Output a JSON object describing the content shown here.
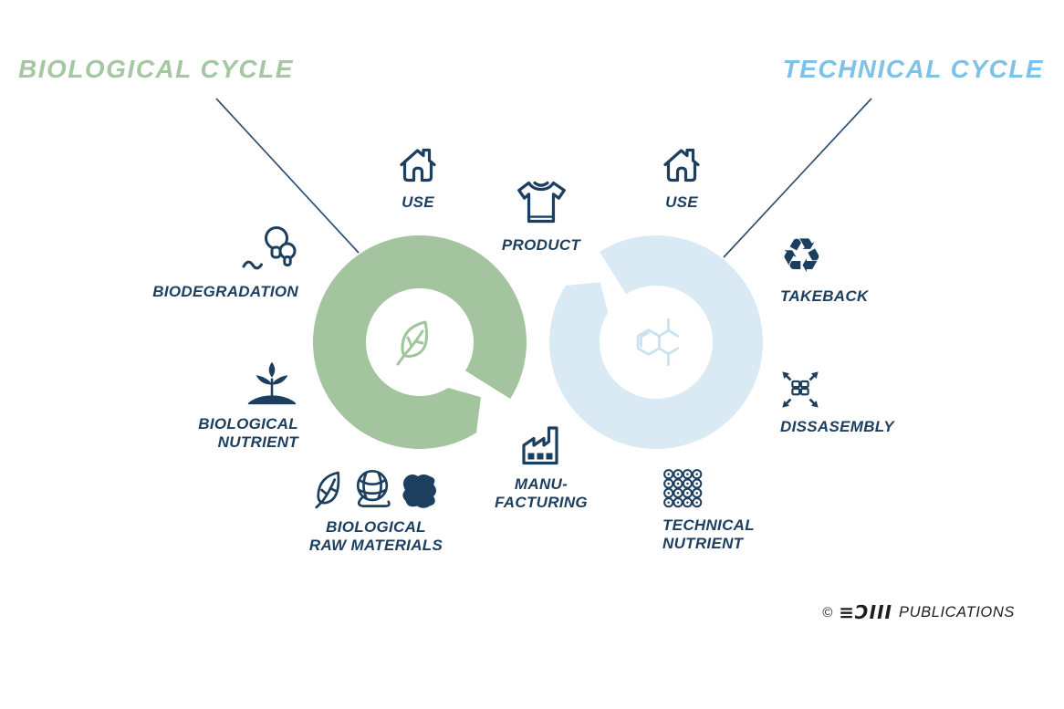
{
  "titles": {
    "biological": {
      "text": "BIOLOGICAL CYCLE",
      "color": "#a5c7a2"
    },
    "technical": {
      "text": "TECHNICAL CYCLE",
      "color": "#7ec3e7"
    }
  },
  "cycles": {
    "biological": {
      "ring_color": "#a3c49e",
      "center_icon": "leaf-icon",
      "center_icon_color": "#a0c69b"
    },
    "technical": {
      "ring_color": "#d9eaf4",
      "center_icon": "molecule-icon",
      "center_icon_color": "#c9e2f1"
    }
  },
  "nodes": {
    "use_left": {
      "label": "USE",
      "icon": "house-icon"
    },
    "product": {
      "label": "PRODUCT",
      "icon": "tshirt-icon"
    },
    "use_right": {
      "label": "USE",
      "icon": "house-icon"
    },
    "biodegradation": {
      "label": "BIODEGRADATION",
      "icon": "mushrooms-worm-icon"
    },
    "biological_nutrient": {
      "line1": "BIOLOGICAL",
      "line2": "NUTRIENT",
      "icon": "sprout-mound-icon"
    },
    "biological_raw_materials": {
      "line1": "BIOLOGICAL",
      "line2": "RAW MATERIALS",
      "icons": [
        "leaf-icon",
        "yarn-ball-icon",
        "leather-hide-icon"
      ]
    },
    "manufacturing": {
      "line1": "MANU-",
      "line2": "FACTURING",
      "icon": "factory-icon"
    },
    "technical_nutrient": {
      "line1": "TECHNICAL",
      "line2": "NUTRIENT",
      "icon": "chainmail-icon"
    },
    "dissasembly": {
      "label": "DISSASEMBLY",
      "icon": "expand-arrows-icon"
    },
    "takeback": {
      "label": "TAKEBACK",
      "icon": "recycle-icon"
    }
  },
  "icons": {
    "recycle_glyph": "♻"
  },
  "footer": {
    "copyright": "©",
    "logo_mark": "≡ƆIII",
    "publisher": "PUBLICATIONS"
  },
  "palette": {
    "navy": "#1c3e5f",
    "connector_line": "#2e4f6e",
    "green_ring": "#a3c49e",
    "blue_ring": "#d9eaf4"
  }
}
